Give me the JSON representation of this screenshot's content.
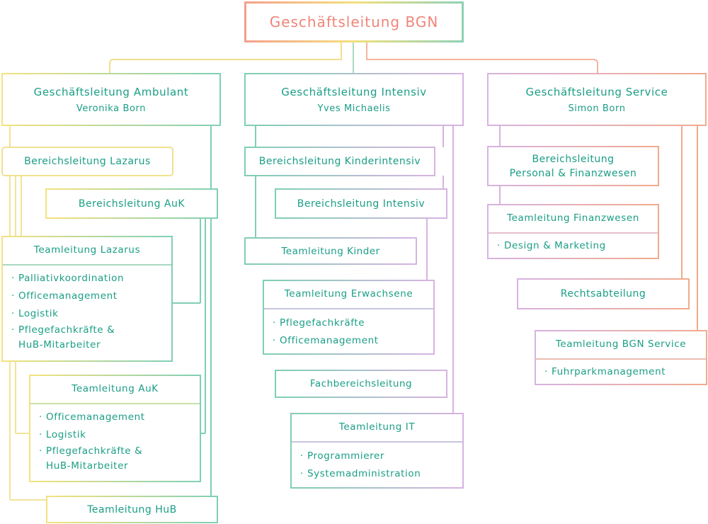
{
  "top": {
    "title": "Geschäftsleitung BGN"
  },
  "divisions": {
    "ambulant": {
      "title": "Geschäftsleitung Ambulant",
      "person": "Veronika Born"
    },
    "intensiv": {
      "title": "Geschäftsleitung Intensiv",
      "person": "Yves Michaelis"
    },
    "service": {
      "title": "Geschäftsleitung Service",
      "person": "Simon Born"
    }
  },
  "ambulant": {
    "bl_lazarus": "Bereichsleitung Lazarus",
    "bl_auk": "Bereichsleitung AuK",
    "tl_lazarus": {
      "title": "Teamleitung Lazarus",
      "items": [
        "Palliativkoordination",
        "Officemanagement",
        "Logistik",
        "Pflegefachkräfte &",
        "HuB-Mitarbeiter"
      ]
    },
    "tl_auk": {
      "title": "Teamleitung AuK",
      "items": [
        "Officemanagement",
        "Logistik",
        "Pflegefachkräfte &",
        "HuB-Mitarbeiter"
      ]
    },
    "tl_hub": "Teamleitung HuB"
  },
  "intensiv": {
    "bl_kinder": "Bereichsleitung Kinderintensiv",
    "bl_intensiv": "Bereichsleitung Intensiv",
    "tl_kinder": "Teamleitung Kinder",
    "tl_erwachsene": {
      "title": "Teamleitung Erwachsene",
      "items": [
        "Pflegefachkräfte",
        "Officemanagement"
      ]
    },
    "fachbereich": "Fachbereichsleitung",
    "tl_it": {
      "title": "Teamleitung IT",
      "items": [
        "Programmierer",
        "Systemadministration"
      ]
    }
  },
  "service": {
    "bl_personal": {
      "line1": "Bereichsleitung",
      "line2": "Personal & Finanzwesen"
    },
    "tl_finanz": {
      "title": "Teamleitung Finanzwesen",
      "items": [
        "Design & Marketing"
      ]
    },
    "recht": "Rechtsabteilung",
    "tl_service": {
      "title": "Teamleitung BGN Service",
      "items": [
        "Fuhrparkmanagement"
      ]
    }
  },
  "bullet": "·",
  "colors": {
    "text": "#1a9e86",
    "top_text": "#ef8579",
    "yellow": "#f5e27d",
    "green": "#7fcfb5",
    "lilac": "#d7b3e1",
    "peach": "#f2aa8c"
  }
}
